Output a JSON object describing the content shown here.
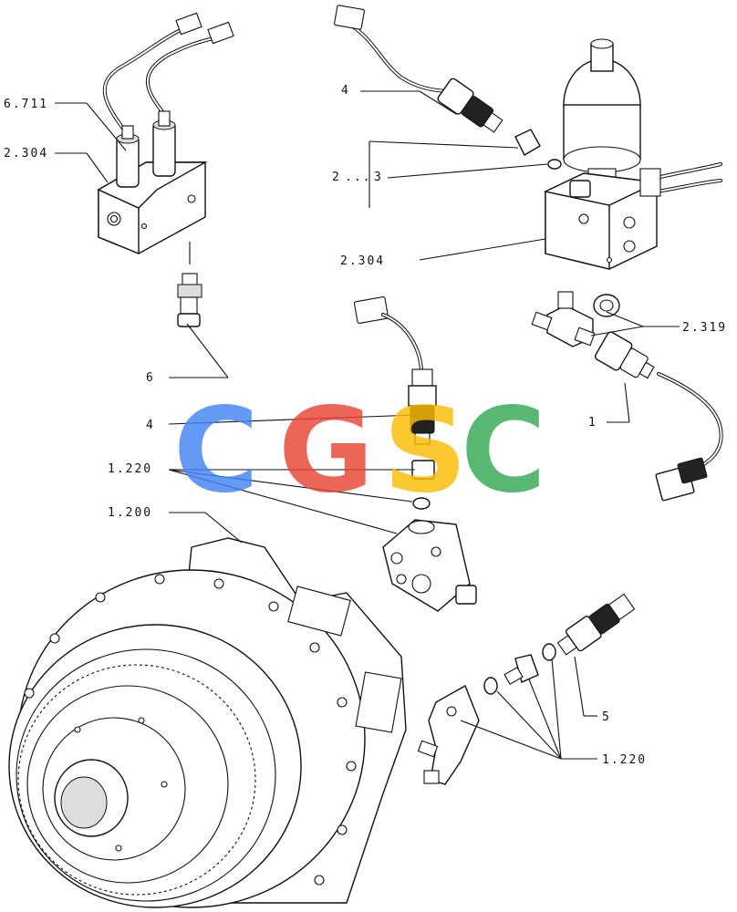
{
  "labels": {
    "upper_left_sensor": "6.711",
    "upper_left_block": "2.304",
    "upper_left_fitting": "6",
    "upper_right_switch": "4",
    "upper_right_range": "2",
    "upper_right_range_sep": "...",
    "upper_right_ring": "3",
    "upper_right_block": "2.304",
    "tee_fitting": "2.319",
    "right_switch": "1",
    "mid_switch": "4",
    "mid_fittings": "1.220",
    "transmission": "1.200",
    "lower_switch": "5",
    "lower_fittings": "1.220"
  },
  "watermark": {
    "letters": [
      "C",
      "G",
      "S",
      "C"
    ],
    "colors": [
      "#4285F4",
      "#EA4335",
      "#FBBC05",
      "#34A853"
    ]
  }
}
